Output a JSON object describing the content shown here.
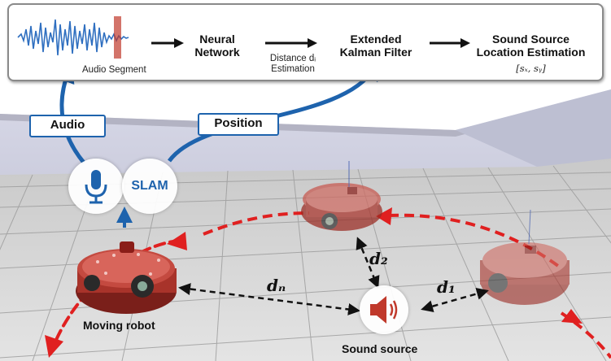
{
  "pipeline": {
    "audio_segment_label": "Audio Segment",
    "neural_network_label": "Neural\nNetwork",
    "distance_estimation_label": "Distance dᵢ\nEstimation",
    "ekf_label": "Extended\nKalman Filter",
    "location_label": "Sound Source\nLocation Estimation",
    "location_formula": "[sₓ, sᵧ]"
  },
  "links": {
    "audio_label": "Audio",
    "position_label": "Position",
    "slam_label": "SLAM"
  },
  "scene": {
    "moving_robot_label": "Moving robot",
    "sound_source_label": "Sound source",
    "d_n_label": "dₙ",
    "d_1_label": "d₁",
    "d_2_label": "d₂"
  },
  "colors": {
    "accent_blue": "#1e63ad",
    "path_red": "#e02020",
    "robot_red": "#b02a22",
    "highlight": "#c0392b"
  },
  "icons": [
    "microphone-icon",
    "speaker-icon",
    "arrow-right-icon",
    "waveform-icon"
  ]
}
